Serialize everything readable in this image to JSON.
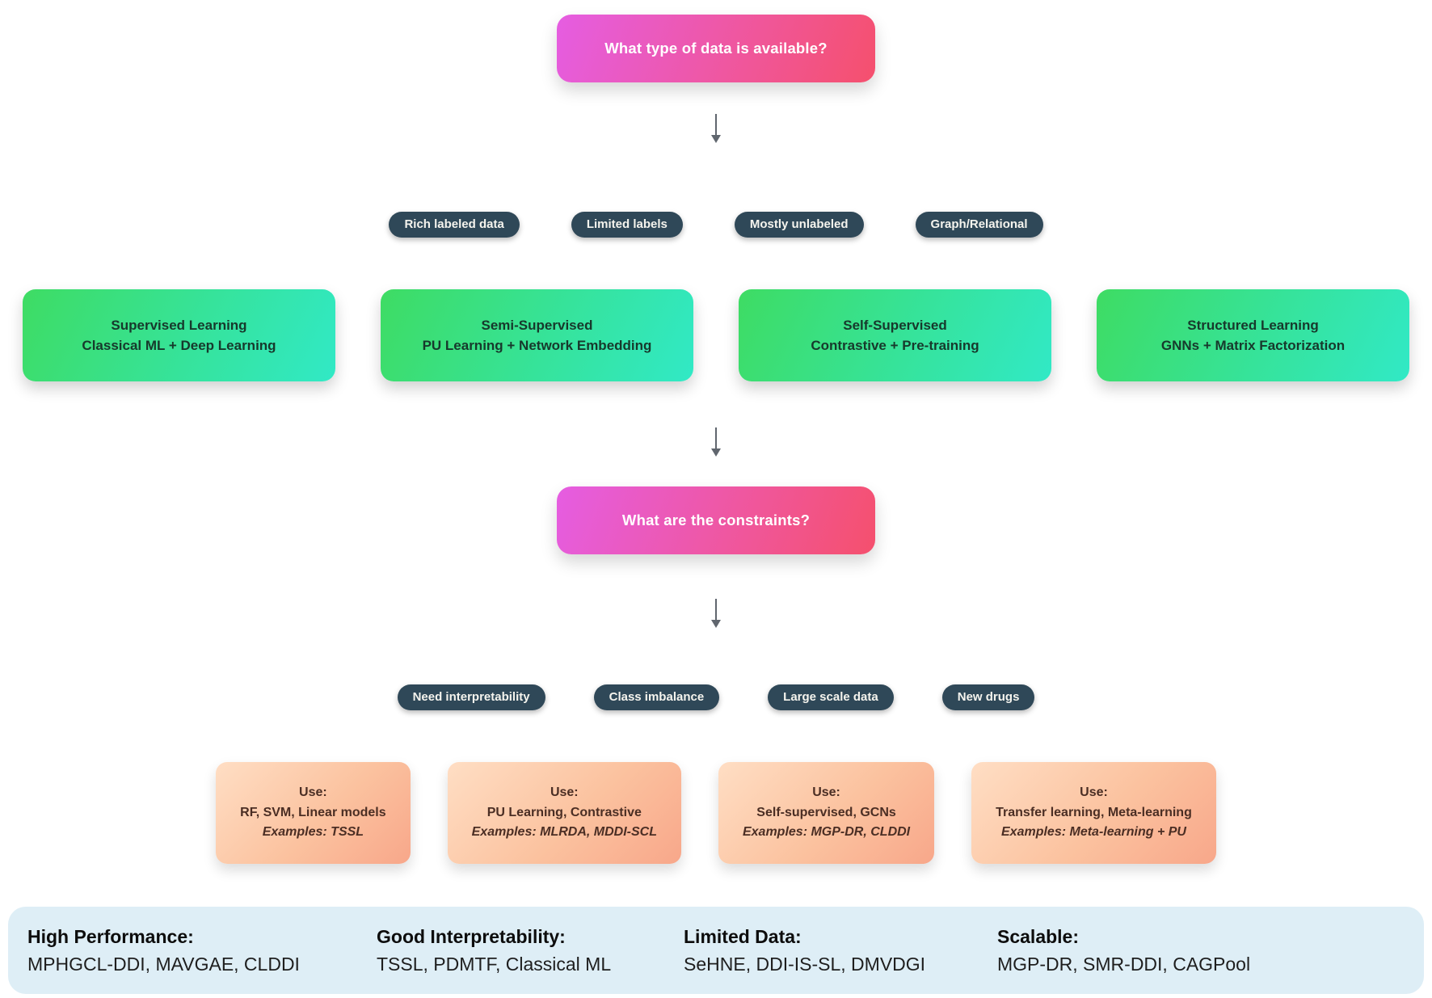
{
  "questions": {
    "data_question": "What type of data is available?",
    "constraints_question": "What are the constraints?"
  },
  "data_type_labels": [
    "Rich labeled data",
    "Limited labels",
    "Mostly unlabeled",
    "Graph/Relational"
  ],
  "approaches": [
    {
      "title": "Supervised Learning",
      "subtitle": "Classical ML + Deep Learning"
    },
    {
      "title": "Semi-Supervised",
      "subtitle": "PU Learning + Network Embedding"
    },
    {
      "title": "Self-Supervised",
      "subtitle": "Contrastive + Pre-training"
    },
    {
      "title": "Structured Learning",
      "subtitle": "GNNs + Matrix Factorization"
    }
  ],
  "constraint_labels": [
    "Need interpretability",
    "Class imbalance",
    "Large scale data",
    "New drugs"
  ],
  "recommendations": [
    {
      "use_label": "Use:",
      "methods": "RF, SVM, Linear models",
      "examples": "Examples: TSSL"
    },
    {
      "use_label": "Use:",
      "methods": "PU Learning, Contrastive",
      "examples": "Examples: MLRDA, MDDI-SCL"
    },
    {
      "use_label": "Use:",
      "methods": "Self-supervised, GCNs",
      "examples": "Examples: MGP-DR, CLDDI"
    },
    {
      "use_label": "Use:",
      "methods": "Transfer learning, Meta-learning",
      "examples": "Examples: Meta-learning + PU"
    }
  ],
  "summary": [
    {
      "heading": "High Performance:",
      "models": "MPHGCL-DDI, MAVGAE, CLDDI"
    },
    {
      "heading": "Good Interpretability:",
      "models": "TSSL, PDMTF, Classical ML"
    },
    {
      "heading": "Limited Data:",
      "models": "SeHNE, DDI-IS-SL, DMVDGI"
    },
    {
      "heading": "Scalable:",
      "models": "MGP-DR, SMR-DDI, CAGPool"
    }
  ],
  "colors": {
    "question_gradient_start": "#e55de2",
    "question_gradient_end": "#f5506d",
    "approach_gradient_start": "#3edc63",
    "approach_gradient_end": "#31e9c6",
    "recommendation_gradient_start": "#ffdec4",
    "recommendation_gradient_end": "#f8a78a",
    "pill_background": "#2f4858",
    "summary_background": "#deeef6",
    "arrow_color": "#60666e"
  }
}
